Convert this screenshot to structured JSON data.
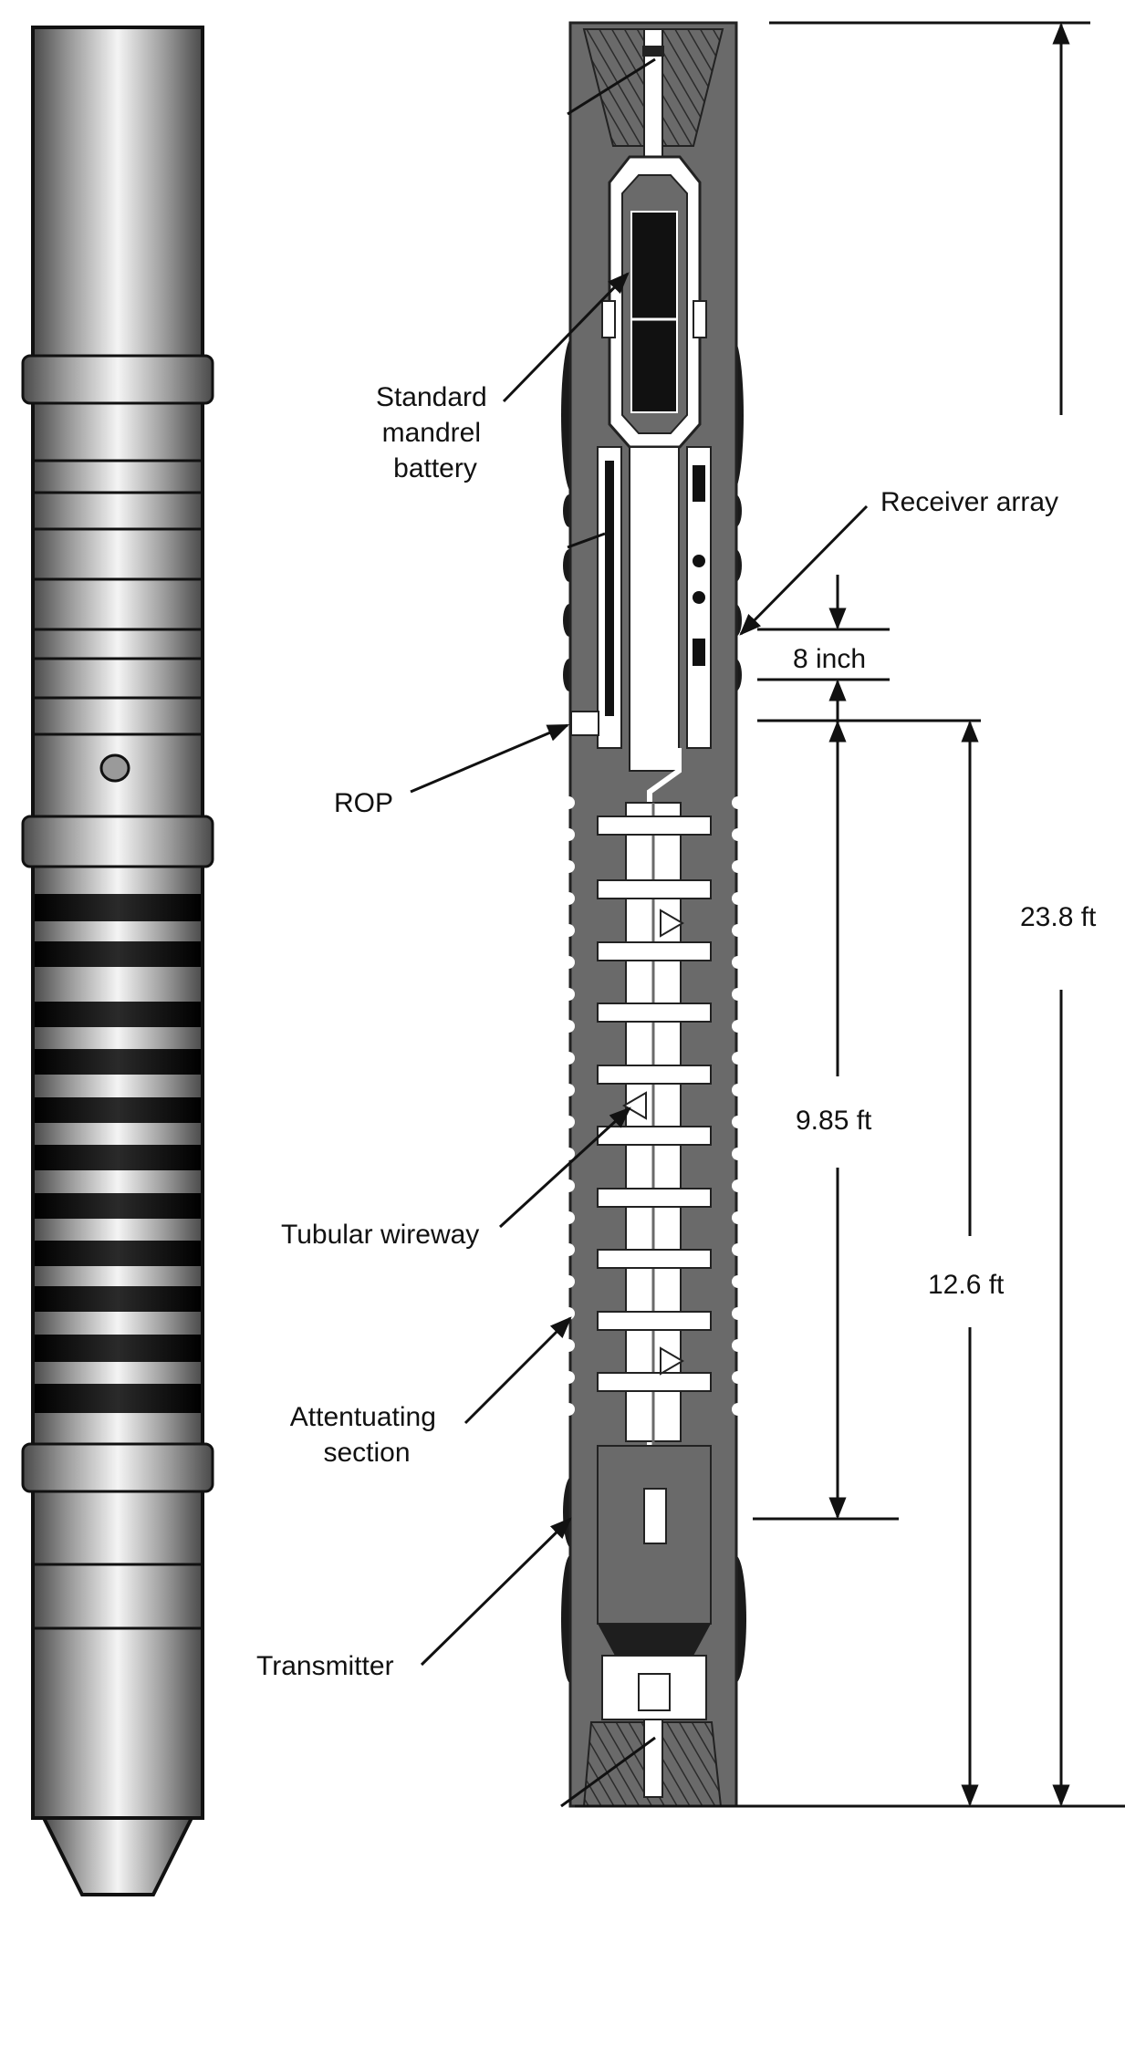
{
  "labels": {
    "standard_mandrel_battery": [
      "Standard",
      "mandrel",
      "battery"
    ],
    "receiver_array": "Receiver array",
    "rop": "ROP",
    "tubular_wireway": "Tubular wireway",
    "attenuating_section": [
      "Attentuating",
      "section"
    ],
    "transmitter": "Transmitter"
  },
  "dimensions": {
    "receiver_spacing": "8 inch",
    "transmitter_receiver": "9.85 ft",
    "transmitter_to_bottom": "12.6 ft",
    "overall_length": "23.8 ft"
  },
  "colors": {
    "tool_body": "#6a6a6a",
    "bore": "#ffffff",
    "outline": "#111111",
    "stripe": "#0b0b0b"
  }
}
